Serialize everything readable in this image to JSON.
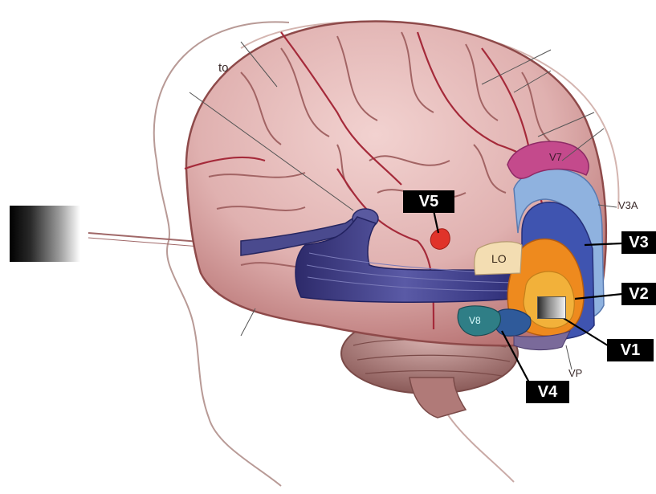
{
  "areas": {
    "v1": "V1",
    "v2": "V2",
    "v3": "V3",
    "v4": "V4",
    "v5": "V5",
    "v3a": "V3A",
    "v7": "V7",
    "v8": "V8",
    "vp": "VP",
    "lo": "LO"
  },
  "annotation": "to",
  "colors": {
    "v1": "#f2b13a",
    "v2": "#ee8a1e",
    "v3": "#3f54b0",
    "v3a": "#8fb2df",
    "v7": "#c44a8c",
    "v5": "#e0332a",
    "v8": "#2f7e86",
    "lo": "#f3ddb2",
    "optic_pathway": "#3f3f86",
    "brain": "#d9a6a6",
    "vessel": "#a52a3a",
    "label_bg": "#000000",
    "label_text": "#ffffff"
  }
}
